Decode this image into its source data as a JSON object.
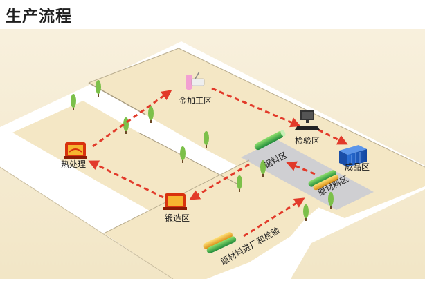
{
  "title": "生产流程",
  "areas": {
    "metalworking": "金加工区",
    "inspection": "检验区",
    "finished": "成品区",
    "sawing": "锯料区",
    "raw_material": "原材料区",
    "heat_treatment": "热处理",
    "forging": "锻造区",
    "incoming": "原材料进厂和检验"
  },
  "colors": {
    "background": "#f7efdb",
    "road": "#ffffff",
    "gray_zone": "#cfcfd2",
    "arrow": "#e23a2a"
  },
  "icons": [
    "grinder-icon",
    "computer-icon",
    "container-icon",
    "pipe-icon",
    "furnace-icon",
    "tree-icon"
  ]
}
